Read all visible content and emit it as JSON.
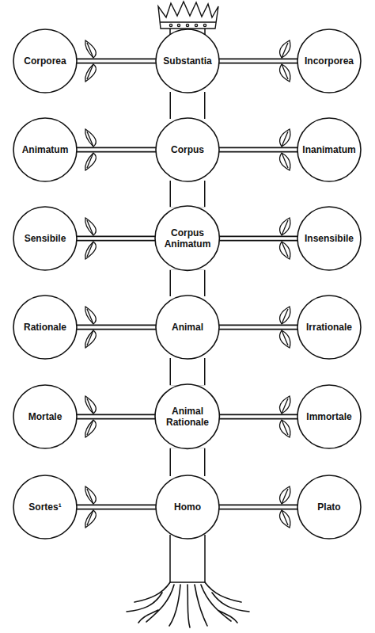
{
  "diagram": {
    "nodes": [
      {
        "text": [
          "Corporea"
        ]
      },
      {
        "text": [
          "Substantia"
        ]
      },
      {
        "text": [
          "Incorporea"
        ]
      },
      {
        "text": [
          "Animatum"
        ]
      },
      {
        "text": [
          "Corpus"
        ]
      },
      {
        "text": [
          "Inanimatum"
        ]
      },
      {
        "text": [
          "Sensibile"
        ]
      },
      {
        "text": [
          "Corpus Animatum"
        ]
      },
      {
        "text": [
          "Insensibile"
        ]
      },
      {
        "text": [
          "Rationale"
        ]
      },
      {
        "text": [
          "Animal"
        ]
      },
      {
        "text": [
          "Irrationale"
        ]
      },
      {
        "text": [
          "Mortale"
        ]
      },
      {
        "text": [
          "Animal Rationale"
        ]
      },
      {
        "text": [
          "Immortale"
        ]
      },
      {
        "text": [
          "Sortes¹"
        ]
      },
      {
        "text": [
          "Homo"
        ]
      },
      {
        "text": [
          "Plato"
        ]
      }
    ],
    "edges": [
      {
        "from": 1,
        "to": 0,
        "arrow": "none"
      },
      {
        "from": 1,
        "to": 2,
        "arrow": "none"
      },
      {
        "from": 1,
        "to": 4,
        "arrow": "none"
      },
      {
        "from": 4,
        "to": 3,
        "arrow": "none"
      },
      {
        "from": 4,
        "to": 5,
        "arrow": "none"
      },
      {
        "from": 4,
        "to": 7,
        "arrow": "none"
      },
      {
        "from": 7,
        "to": 6,
        "arrow": "none"
      },
      {
        "from": 7,
        "to": 8,
        "arrow": "none"
      },
      {
        "from": 7,
        "to": 10,
        "arrow": "none"
      },
      {
        "from": 10,
        "to": 9,
        "arrow": "none"
      },
      {
        "from": 10,
        "to": 11,
        "arrow": "none"
      },
      {
        "from": 10,
        "to": 13,
        "arrow": "none"
      },
      {
        "from": 13,
        "to": 12,
        "arrow": "none"
      },
      {
        "from": 13,
        "to": 14,
        "arrow": "none"
      },
      {
        "from": 13,
        "to": 16,
        "arrow": "none"
      },
      {
        "from": 16,
        "to": 15,
        "arrow": "none"
      },
      {
        "from": 16,
        "to": 17,
        "arrow": "none"
      }
    ]
  }
}
